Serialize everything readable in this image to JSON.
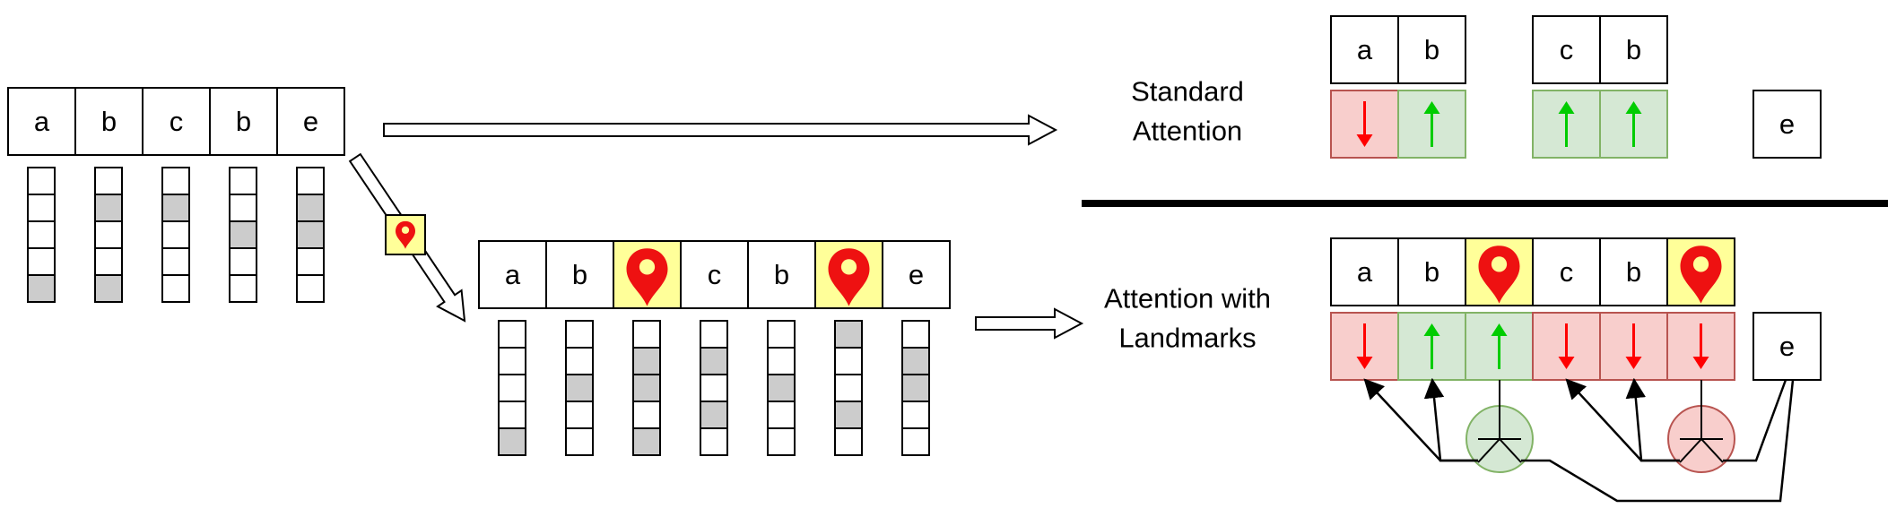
{
  "input_tokens": [
    "a",
    "b",
    "c",
    "b",
    "e"
  ],
  "input_vectors": [
    [
      4
    ],
    [
      1,
      4
    ],
    [
      1
    ],
    [
      2
    ],
    [
      1,
      2
    ]
  ],
  "landmark_tokens": [
    "a",
    "b",
    "@",
    "c",
    "b",
    "@",
    "e"
  ],
  "landmark_vectors": [
    [
      4
    ],
    [
      2
    ],
    [
      1,
      2,
      4
    ],
    [
      1,
      3
    ],
    [
      2
    ],
    [
      0,
      3
    ],
    [
      1,
      2
    ]
  ],
  "standard": {
    "label_lines": [
      "Standard",
      "Attention"
    ],
    "block1": {
      "tokens": [
        "a",
        "b"
      ],
      "arrows": [
        "down",
        "up"
      ]
    },
    "block2": {
      "tokens": [
        "c",
        "b"
      ],
      "arrows": [
        "up",
        "up"
      ]
    },
    "query": "e"
  },
  "landmark_attention": {
    "label_lines": [
      "Attention with",
      "Landmarks"
    ],
    "tokens": [
      "a",
      "b",
      "@",
      "c",
      "b",
      "@"
    ],
    "arrows": [
      "down",
      "up",
      "up",
      "down",
      "down",
      "down"
    ],
    "query": "e"
  },
  "colors": {
    "landmark_fill": "#FFFF99",
    "landmark_marker": "#EE1111",
    "green_fill": "#D5E8D4",
    "green_stroke": "#82B366",
    "green_arrow": "#00CC00",
    "red_fill": "#F8CECC",
    "red_stroke": "#B85450",
    "red_arrow": "#FF0000",
    "vector_fill": "#CCCCCC"
  }
}
